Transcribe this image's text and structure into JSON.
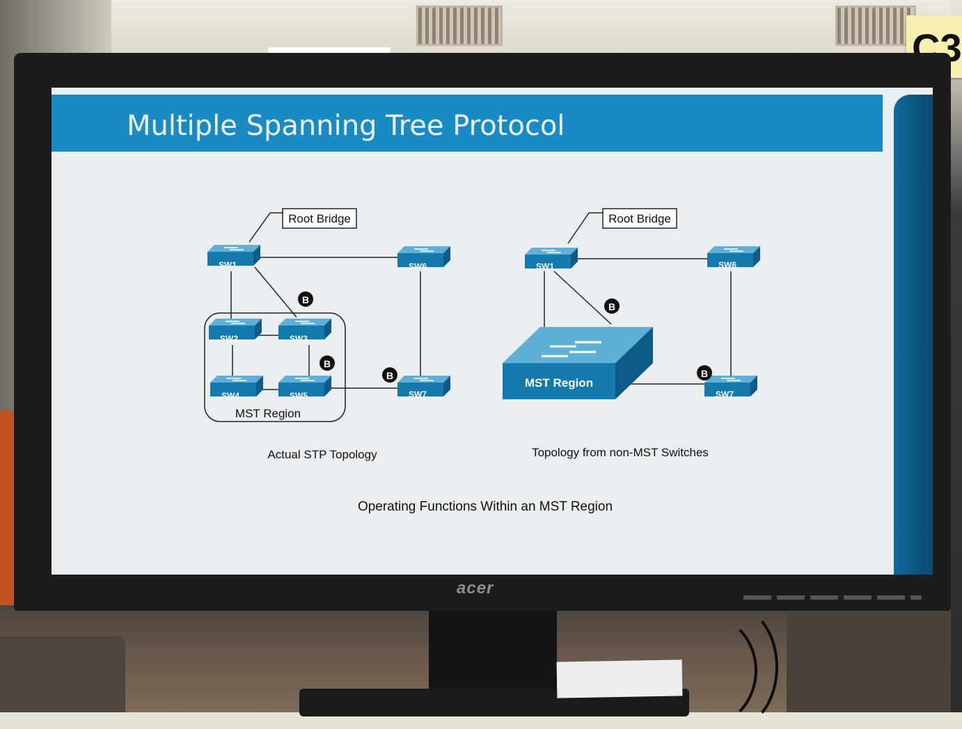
{
  "slide": {
    "title": "Multiple Spanning Tree Protocol",
    "caption": "Operating Functions Within an MST Region"
  },
  "left_diagram": {
    "root_label": "Root Bridge",
    "switches": [
      "SW1",
      "SW2",
      "SW3",
      "SW4",
      "SW5",
      "SW6",
      "SW7"
    ],
    "region_label": "MST Region",
    "blocked_marker": "B",
    "caption": "Actual STP Topology"
  },
  "right_diagram": {
    "root_label": "Root Bridge",
    "switches": [
      "SW1",
      "SW6",
      "SW7"
    ],
    "region_label": "MST Region",
    "blocked_marker": "B",
    "caption": "Topology from non-MST Switches"
  },
  "monitor": {
    "brand": "acer"
  },
  "sticky_note": "C3",
  "colors": {
    "title_bar": "#1a8ac5",
    "switch": "#1479ad",
    "slide_bg": "#eaeef0"
  }
}
